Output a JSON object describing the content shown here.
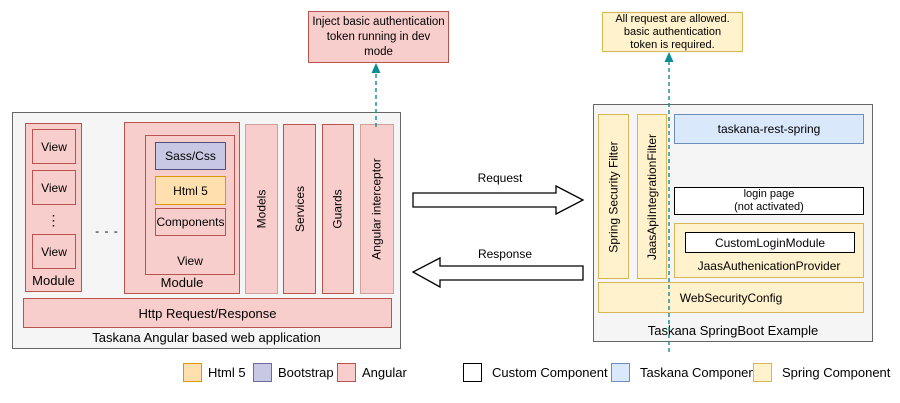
{
  "left_app": {
    "title": "Taskana Angular based web application",
    "module1": {
      "label": "Module",
      "views": [
        "View",
        "View",
        "View"
      ],
      "ellipsis": "⋮"
    },
    "separator": "- - -",
    "module2": {
      "label": "Module",
      "view": {
        "label": "View",
        "children": [
          "Sass/Css",
          "Html 5",
          "Components"
        ]
      }
    },
    "bars": [
      "Models",
      "Services",
      "Guards",
      "Angular interceptor"
    ],
    "http_bar": "Http Request/Response"
  },
  "right_app": {
    "title": "Taskana SpringBoot Example",
    "bars": [
      "Spring Security Filter",
      "JaasApiIntegrationFilter"
    ],
    "rest": "taskana-rest-spring",
    "login_page": {
      "line1": "login page",
      "line2": "(not activated)"
    },
    "jaas_provider": {
      "label": "JaasAuthenicationProvider",
      "child": "CustomLoginModule"
    },
    "web_security": "WebSecurityConfig"
  },
  "annotations": {
    "left_note_lines": [
      "Inject basic authentication",
      "token running in dev",
      "mode"
    ],
    "right_note_lines": [
      "All request are allowed.",
      "basic authentication",
      "token is required."
    ]
  },
  "flows": {
    "request": "Request",
    "response": "Response"
  },
  "legend": [
    {
      "label": "Html 5",
      "fill": "#ffdfad",
      "border": "#d79b00"
    },
    {
      "label": "Bootstrap",
      "fill": "#c8c8e4",
      "border": "#6c69a0"
    },
    {
      "label": "Angular",
      "fill": "#f8cecc",
      "border": "#b85450"
    },
    {
      "label": "Custom Component",
      "fill": "#ffffff",
      "border": "#000000"
    },
    {
      "label": "Taskana Component",
      "fill": "#dae8fc",
      "border": "#6c8ebf"
    },
    {
      "label": "Spring Component",
      "fill": "#fff2cc",
      "border": "#d6b656"
    }
  ],
  "colors": {
    "connector_teal": "#0e8c94",
    "container_fill": "#f5f5f5",
    "container_border": "#666666"
  }
}
